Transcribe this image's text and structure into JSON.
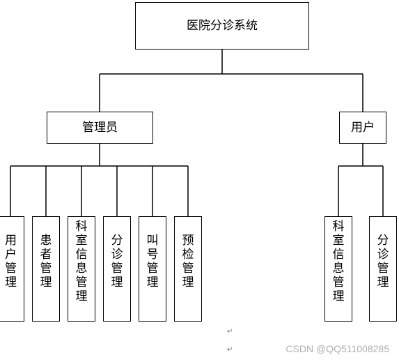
{
  "diagram": {
    "root": "医院分诊系统",
    "branches": [
      {
        "label": "管理员",
        "children": [
          "用户管理",
          "患者管理",
          "科室信息管理",
          "分诊管理",
          "叫号管理",
          "预检管理"
        ]
      },
      {
        "label": "用户",
        "children": [
          "科室信息管理",
          "分诊管理"
        ]
      }
    ]
  },
  "marks": {
    "paragraph": "↵"
  },
  "watermark": "CSDN @QQ511008285"
}
